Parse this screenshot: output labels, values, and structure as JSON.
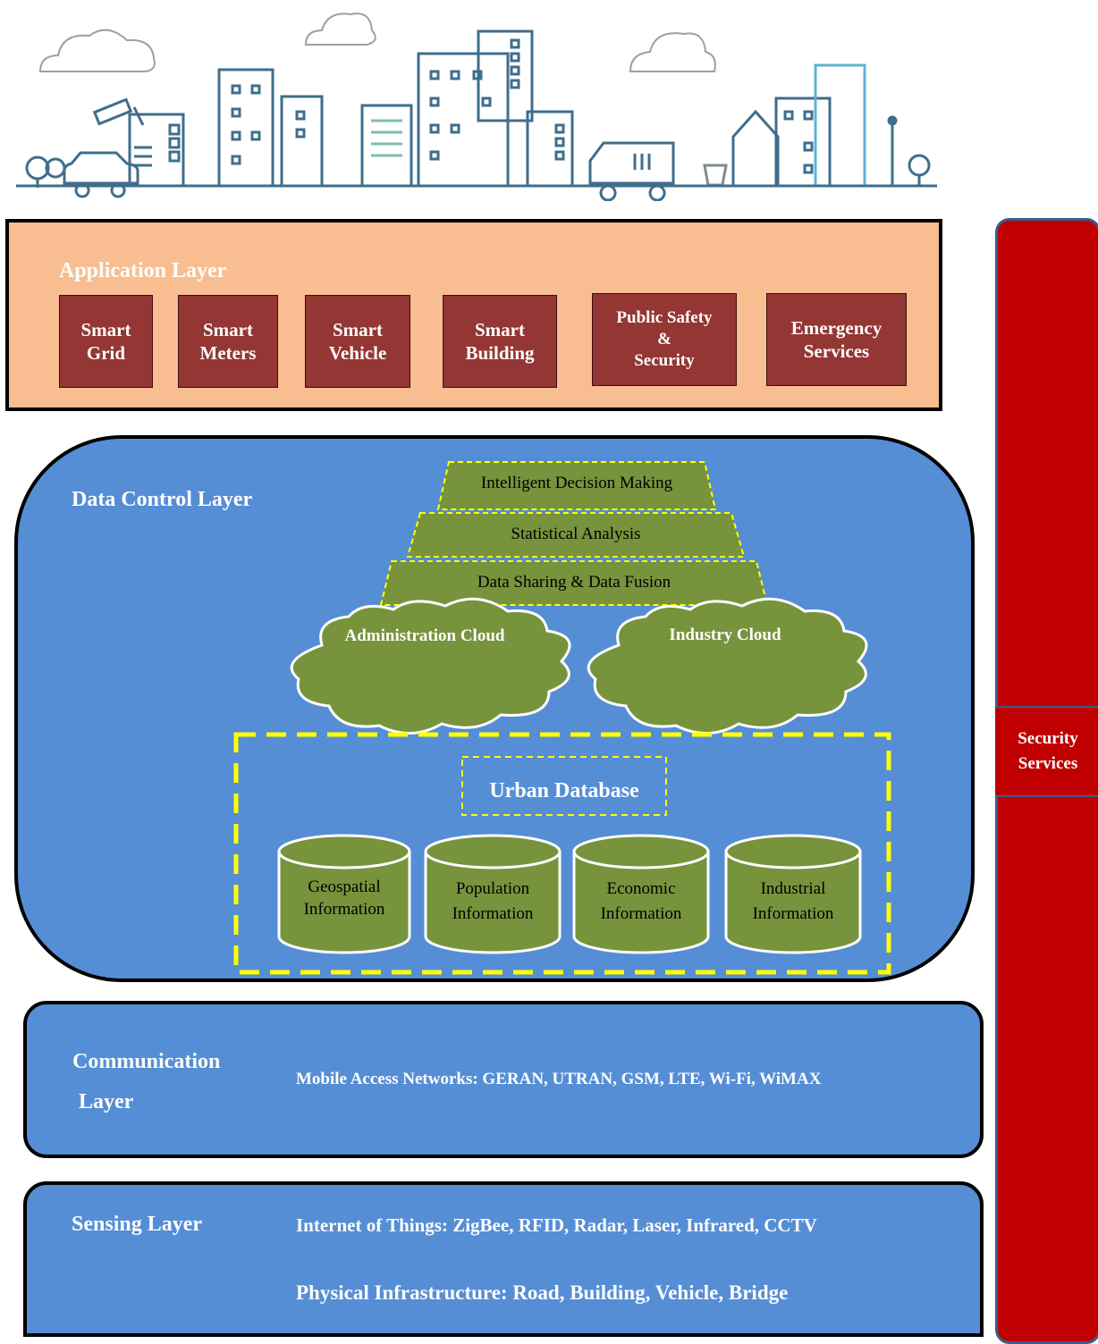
{
  "application_layer": {
    "title": "Application Layer",
    "boxes": [
      {
        "lines": [
          "Smart",
          "Grid"
        ]
      },
      {
        "lines": [
          "Smart",
          "Meters"
        ]
      },
      {
        "lines": [
          "Smart",
          "Vehicle"
        ]
      },
      {
        "lines": [
          "Smart",
          "Building"
        ]
      },
      {
        "lines": [
          "Public Safety",
          "&",
          "Security"
        ]
      },
      {
        "lines": [
          "Emergency",
          "Services"
        ]
      }
    ]
  },
  "data_control_layer": {
    "title": "Data Control Layer",
    "pyramid": [
      "Intelligent Decision Making",
      "Statistical Analysis",
      "Data Sharing & Data Fusion"
    ],
    "clouds": [
      "Administration Cloud",
      "Industry Cloud"
    ],
    "urban_database": {
      "title": "Urban Database",
      "databases": [
        {
          "lines": [
            "Geospatial",
            "Information"
          ]
        },
        {
          "lines": [
            "Population",
            "Information"
          ]
        },
        {
          "lines": [
            "Economic",
            "Information"
          ]
        },
        {
          "lines": [
            "Industrial",
            "Information"
          ]
        }
      ]
    }
  },
  "communication_layer": {
    "title_line1": "Communication",
    "title_line2": "Layer",
    "text": "Mobile Access Networks: GERAN, UTRAN, GSM, LTE, Wi-Fi, WiMAX"
  },
  "sensing_layer": {
    "title": "Sensing Layer",
    "iot": "Internet of Things: ZigBee, RFID, Radar, Laser, Infrared, CCTV",
    "physical": "Physical Infrastructure: Road, Building, Vehicle, Bridge"
  },
  "security": {
    "line1": "Security",
    "line2": "Services"
  },
  "colors": {
    "app_bg": "#f8be91",
    "app_box": "#943634",
    "layer_blue": "#558ed5",
    "green": "#77933c",
    "security_red": "#c00000",
    "dashed_yellow": "#ffff00"
  },
  "icons": [
    "skyline-illustration",
    "cctv-camera-icon",
    "car-icon",
    "van-icon",
    "trash-bin-icon",
    "tree-icon",
    "street-lamp-icon",
    "cloud-icon",
    "database-icon"
  ]
}
